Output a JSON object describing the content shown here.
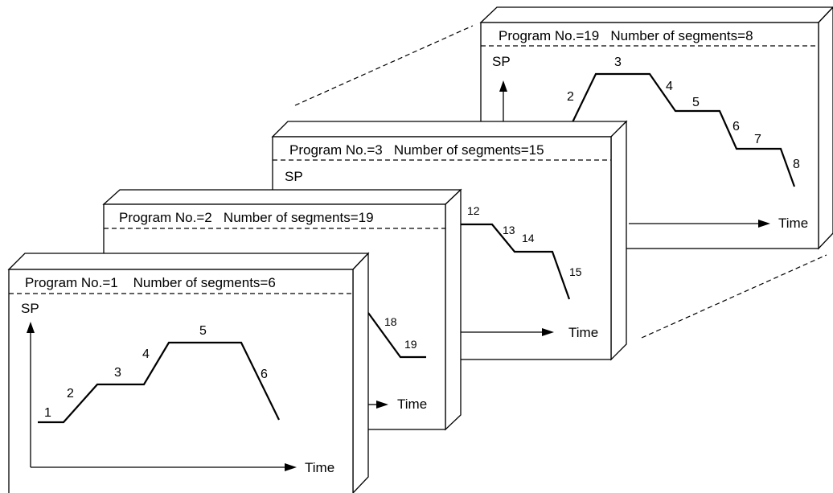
{
  "panels": {
    "p19": {
      "header": "Program No.=19   Number of segments=8",
      "sp": "SP",
      "time": "Time",
      "segments": [
        "2",
        "3",
        "4",
        "5",
        "6",
        "7",
        "8"
      ]
    },
    "p3": {
      "header": "Program No.=3   Number of segments=15",
      "sp": "SP",
      "time": "Time",
      "segments": [
        "12",
        "13",
        "14",
        "15"
      ]
    },
    "p2": {
      "header": "Program No.=2   Number of segments=19",
      "time": "Time",
      "segments": [
        "18",
        "19"
      ]
    },
    "p1": {
      "header": "Program No.=1    Number of segments=6",
      "sp": "SP",
      "time": "Time",
      "segments": [
        "1",
        "2",
        "3",
        "4",
        "5",
        "6"
      ]
    }
  }
}
